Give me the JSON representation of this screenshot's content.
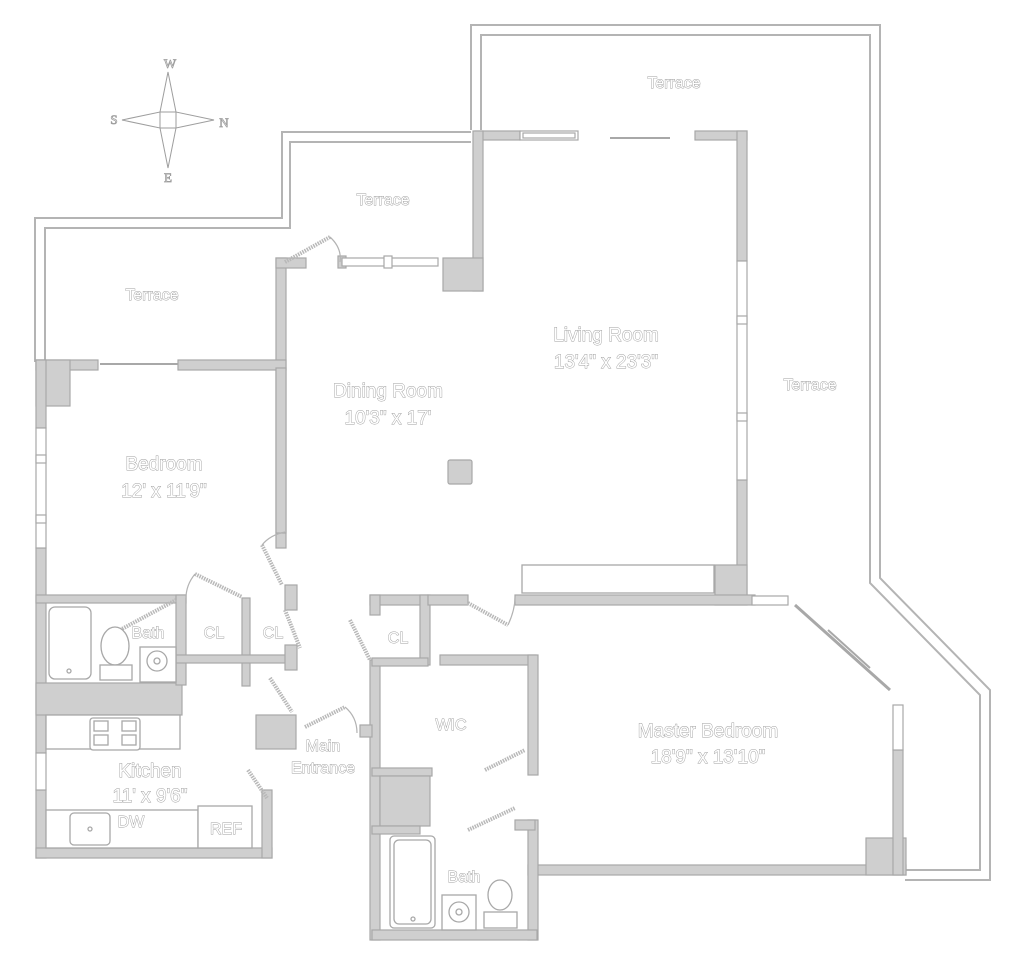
{
  "floorplan": {
    "compass": {
      "north": "N",
      "south": "S",
      "east": "E",
      "west": "W"
    },
    "rooms": {
      "terrace_top": {
        "name": "Terrace"
      },
      "terrace_mid": {
        "name": "Terrace"
      },
      "terrace_left": {
        "name": "Terrace"
      },
      "terrace_right": {
        "name": "Terrace"
      },
      "living_room": {
        "name": "Living Room",
        "dimensions": "13'4\" x 23'3\""
      },
      "dining_room": {
        "name": "Dining Room",
        "dimensions": "10'3\" x 17'"
      },
      "bedroom": {
        "name": "Bedroom",
        "dimensions": "12' x 11'9\""
      },
      "bath_1": {
        "name": "Bath"
      },
      "closet_1": {
        "name": "CL"
      },
      "closet_2": {
        "name": "CL"
      },
      "closet_3": {
        "name": "CL"
      },
      "kitchen": {
        "name": "Kitchen",
        "dimensions": "11' x 9'6\""
      },
      "dishwasher": {
        "name": "DW"
      },
      "refrigerator": {
        "name": "REF"
      },
      "main_entrance": {
        "line1": "Main",
        "line2": "Entrance"
      },
      "wic": {
        "name": "WIC"
      },
      "master_bedroom": {
        "name": "Master Bedroom",
        "dimensions": "18'9\" x 13'10\""
      },
      "bath_2": {
        "name": "Bath"
      }
    },
    "colors": {
      "wall_fill": "#cfcfcf",
      "wall_stroke": "#a8a8a8",
      "text_outline": "#9e9e9e",
      "background": "#ffffff"
    }
  }
}
